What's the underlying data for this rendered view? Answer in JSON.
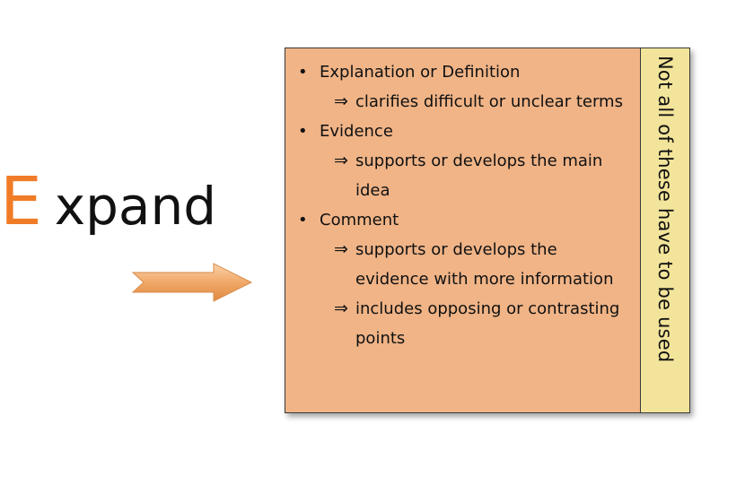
{
  "heading": {
    "initial": "E",
    "rest": "xpand"
  },
  "bullets": [
    {
      "label": "Explanation or Definition",
      "subs": [
        "clarifies difficult or unclear terms"
      ]
    },
    {
      "label": "Evidence",
      "subs": [
        "supports or develops the main idea"
      ]
    },
    {
      "label": "Comment",
      "subs": [
        "supports or develops the evidence with more information",
        "includes opposing or contrasting points"
      ]
    }
  ],
  "side_note": "Not all of these have to be used",
  "symbols": {
    "bullet": "•",
    "implies": "⇒"
  },
  "colors": {
    "heading_initial": "#f07c28",
    "arrow": "#f0a868",
    "card_fill": "#f0b487",
    "side_fill": "#f2e49a"
  },
  "icons": {
    "arrow": "right-arrow-icon"
  }
}
